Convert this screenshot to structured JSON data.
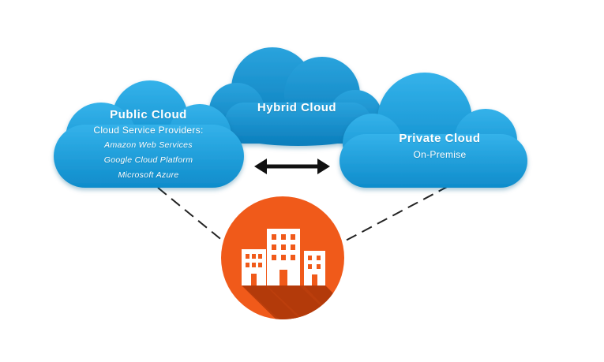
{
  "colors": {
    "cloud_light": "#27a6e1",
    "cloud_dark": "#1292cf",
    "building_circle": "#f05a1a",
    "building_shadow": "#b23a0a",
    "text": "#ffffff"
  },
  "public_cloud": {
    "title": "Public Cloud",
    "subtitle": "Cloud Service Providers:",
    "providers": [
      "Amazon Web Services",
      "Google Cloud Platform",
      "Microsoft Azure"
    ]
  },
  "hybrid_cloud": {
    "title": "Hybrid Cloud"
  },
  "private_cloud": {
    "title": "Private Cloud",
    "subtitle": "On-Premise"
  },
  "icons": {
    "connector": "double-arrow-icon",
    "enterprise": "office-buildings-icon"
  }
}
